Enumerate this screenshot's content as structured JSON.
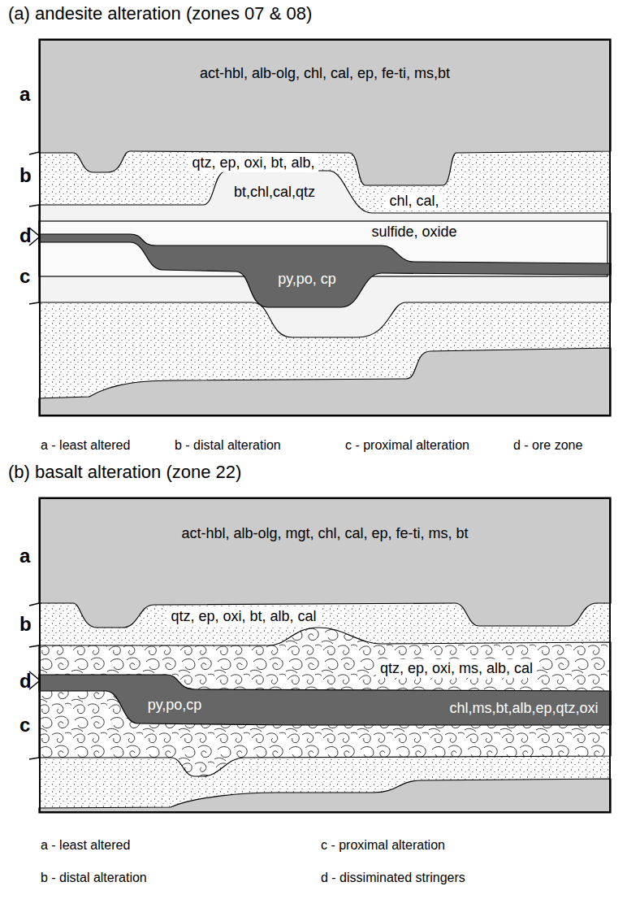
{
  "diagram": {
    "nodes": [
      {
        "text": [
          "(a) andesite alteration (zones 07 & 08)"
        ]
      },
      {
        "text": [
          "act-hbl, alb-olg, chl, cal, ep, fe-ti, ms,bt"
        ],
        "in": 0
      },
      {
        "text": [
          "qtz, ep, oxi, bt, alb,"
        ],
        "in": 0
      },
      {
        "text": [
          "bt,chl,cal,qtz"
        ],
        "in": 0
      },
      {
        "text": [
          "chl, cal,"
        ],
        "in": 0
      },
      {
        "text": [
          "sulfide, oxide"
        ],
        "in": 0
      },
      {
        "text": [
          "py,po, cp"
        ],
        "in": 0
      },
      {
        "text": [
          "(b) basalt alteration (zone 22)"
        ]
      },
      {
        "text": [
          "act-hbl, alb-olg, mgt, chl, cal, ep, fe-ti, ms, bt"
        ],
        "in": 7
      },
      {
        "text": [
          "qtz, ep, oxi, bt, alb, cal"
        ],
        "in": 7
      },
      {
        "text": [
          "qtz, ep, oxi, ms, alb, cal"
        ],
        "in": 7
      },
      {
        "text": [
          "py,po,cp"
        ],
        "in": 7
      },
      {
        "text": [
          "chl,ms,bt,alb,ep,qtz,oxi"
        ],
        "in": 7
      }
    ],
    "labels": [
      "a",
      "b",
      "d",
      "c",
      "a - least altered",
      "b - distal alteration",
      "c - proximal alteration",
      "d - ore zone",
      "a",
      "b",
      "d",
      "c",
      "a - least altered",
      "c - proximal alteration",
      "b - distal alteration",
      "d - dissiminated stringers"
    ]
  }
}
